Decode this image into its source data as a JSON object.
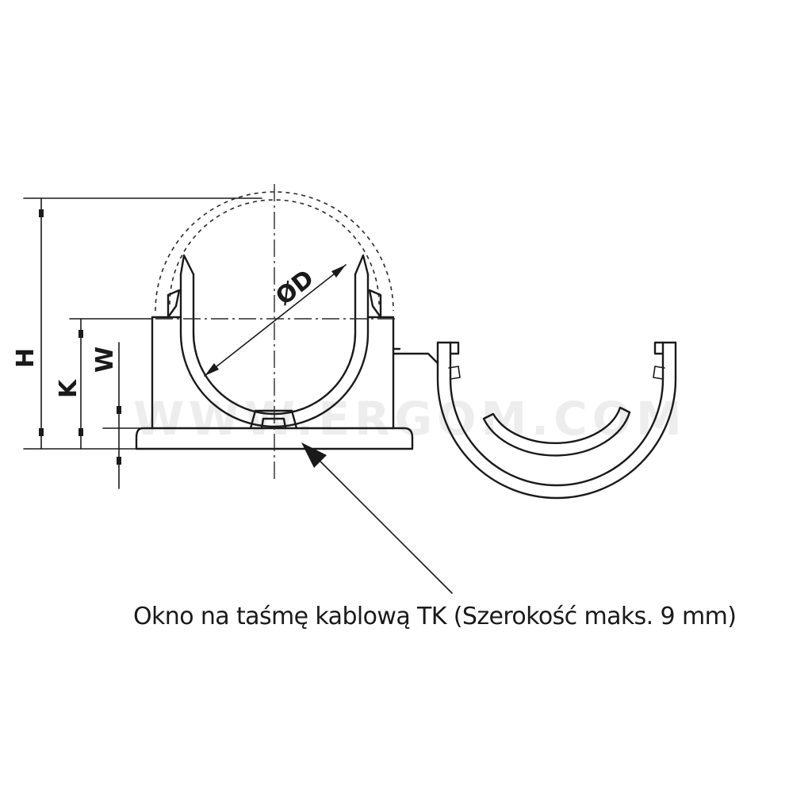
{
  "watermark": "WWW.ERGOM.COM",
  "dimensions": {
    "h": "H",
    "k": "K",
    "w": "W",
    "d": "ØD"
  },
  "caption": "Okno na taśmę kablową TK (Szerokość maks. 9 mm)"
}
